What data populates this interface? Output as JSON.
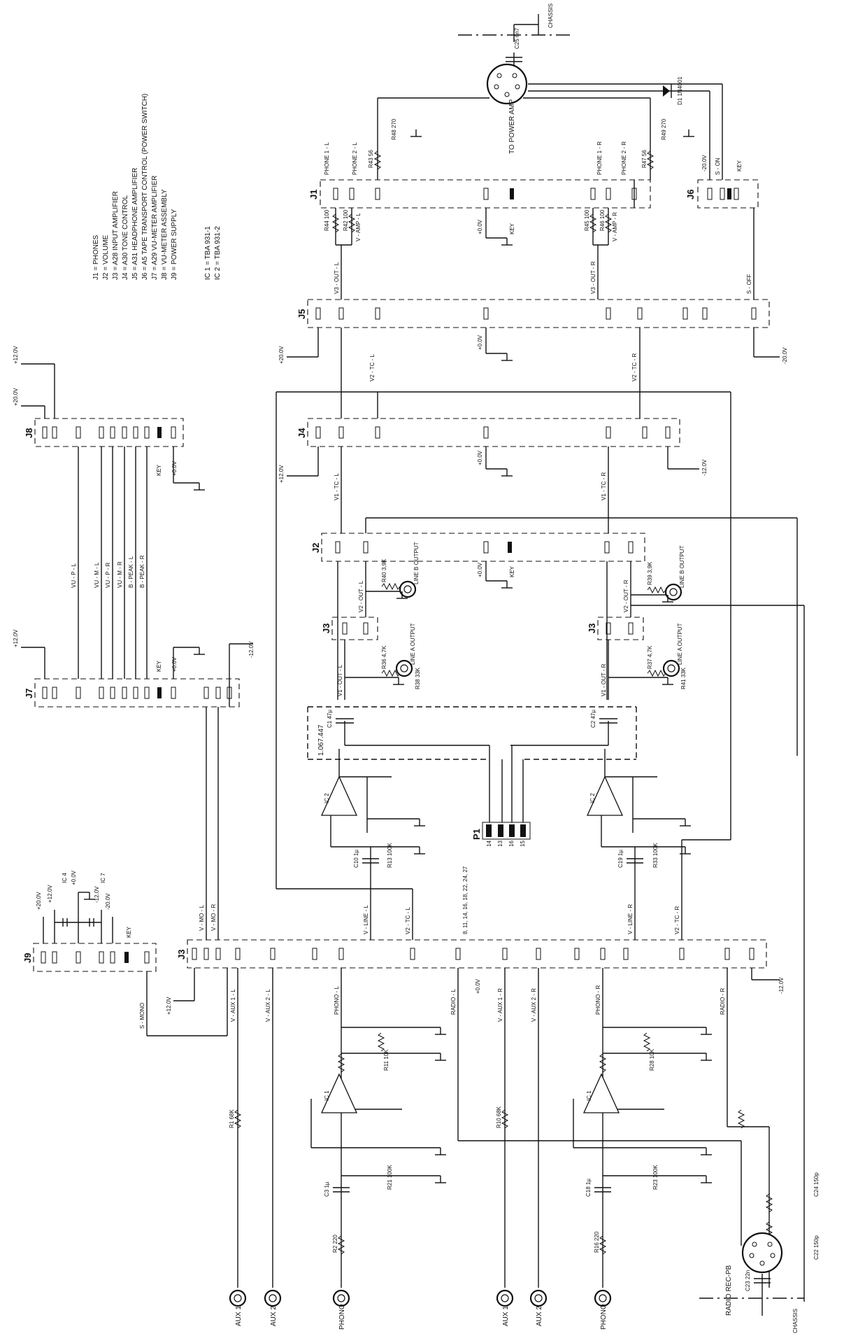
{
  "legend": [
    "J1 = PHONES",
    "J2 = VOLUME",
    "J3 = A28 INPUT AMPLIFIER",
    "J4 = A30 TONE CONTROL",
    "J5 = A31 HEADPHONE AMPLIFIER",
    "J6 = A5 TAPE TRANSPORT CONTROL (POWER SWITCH)",
    "J7 = A29 VU-METER AMPLIFIER",
    "J8 = VU-METER ASSEMBLY",
    "J9 = POWER SUPPLY"
  ],
  "ic_legend": [
    "IC 1 = TBA 931-1",
    "IC 2 = TBA 931-2"
  ],
  "connectors": {
    "j1": "J1",
    "j2": "J2",
    "j3a": "J3",
    "j3b": "J3",
    "j3c": "J3",
    "j4": "J4",
    "j5": "J5",
    "j6": "J6",
    "j7": "J7",
    "j8": "J8",
    "j9": "J9",
    "p1": "P1"
  },
  "inputs": {
    "aux1_l": "AUX 1",
    "aux2_l": "AUX 2",
    "phono_l": "PHONO",
    "aux1_r": "AUX 1",
    "aux2_r": "AUX 2",
    "phono_r": "PHONO",
    "radio": "RADIO REC-PB"
  },
  "outputs": {
    "line_b_l": "LINE B OUTPUT",
    "line_b_r": "LINE B OUTPUT",
    "line_a_l": "LINE A OUTPUT",
    "line_a_r": "LINE A OUTPUT",
    "power_amp": "TO POWER AMP"
  },
  "chassis": [
    "CHASSIS",
    "CHASSIS"
  ],
  "signals": {
    "phone1_l": "PHONE 1 - L",
    "phone2_l": "PHONE 2 - L",
    "phone1_r": "PHONE 1 - R",
    "phone2_r": "PHONE 2 - R",
    "v_amp_l": "V - AMP - L",
    "v_amp_r": "V - AMP - R",
    "v3_out_l": "V3 - OUT - L",
    "v3_out_r": "V3 - OUT - R",
    "v2_tc_l": "V2 - TC - L",
    "v2_tc_r": "V2 - TC - R",
    "v1_tc_l": "V1 - TC - L",
    "v1_tc_r": "V1 - TC - R",
    "v2_out_l": "V2 - OUT - L",
    "v2_out_r": "V2 - OUT - R",
    "v1_out_l": "V1 - OUT - L",
    "v1_out_r": "V1 - OUT - R",
    "v_line_l": "V - LINE - L",
    "v_line_r": "V - LINE - R",
    "v_aux1_l": "V - AUX 1 - L",
    "v_aux2_l": "V - AUX 2 - L",
    "v_aux1_r": "V - AUX 1 - R",
    "v_aux2_r": "V - AUX 2 - R",
    "phono_l": "PHONO - L",
    "phono_r": "PHONO - R",
    "radio_l": "RADIO - L",
    "radio_r": "RADIO - R",
    "v_mo_l": "V - MO - L",
    "v_mo_r": "V - MO - R",
    "vu_p_l": "VU - P - L",
    "vu_m_l": "VU - M - L",
    "vu_p_r": "VU - P - R",
    "vu_m_r": "VU - M - R",
    "b_peak_l": "B - PEAK - L",
    "b_peak_r": "B - PEAK - R",
    "s_on": "S - ON",
    "s_off": "S - OFF",
    "s_mono": "S - MONO",
    "pin_list": "8, 11, 14, 16, 18, 22, 24, 27"
  },
  "supplies": {
    "p20": "+20.0V",
    "m20": "-20.0V",
    "p12": "+12.0V",
    "m12": "-12.0V",
    "zero": "+0.0V",
    "key": "KEY",
    "ic4": "IC 4",
    "ic7": "IC 7"
  },
  "components": {
    "r1": "R1 68K",
    "r2": "R2 220",
    "r10": "R10 68K",
    "r16": "R16 220",
    "r11": "R11 10K",
    "r28": "R28 10K",
    "r13": "R13 100K",
    "r33": "R33 100K",
    "r21": "R21 100K",
    "r23": "R23 100K",
    "r44": "R44 100",
    "r42": "R42 100",
    "r45": "R45 100",
    "r46": "R46 100",
    "r43": "R43 56",
    "r47": "R47 56",
    "r48": "R48 270",
    "r49": "R49 270",
    "r40": "R40 3,9K",
    "r39": "R39 3,9K",
    "r36": "R36 4,7K",
    "r37": "R37 4,7K",
    "r38": "R38 33K",
    "r41": "R41 33K",
    "c1": "C1 47µ",
    "c2": "C2 47µ",
    "c3": "C3 1µ",
    "c18": "C18 1µ",
    "c10": "C10 1µ",
    "c19": "C19 1µ",
    "c25": "C25 6n7",
    "c23": "C23 22n",
    "c24": "C24 150p",
    "c22": "C22 150p",
    "d1": "D1 1N4001",
    "ic1": "IC 1",
    "ic2": "IC 2",
    "part_no": "1.067.447",
    "p1_pins": [
      "14",
      "13",
      "16",
      "15"
    ]
  }
}
